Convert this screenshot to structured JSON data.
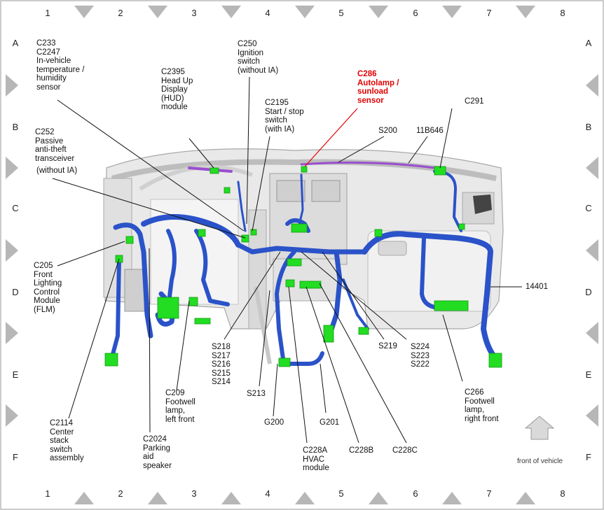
{
  "grid": {
    "columns": [
      "1",
      "2",
      "3",
      "4",
      "5",
      "6",
      "7",
      "8"
    ],
    "rows": [
      "A",
      "B",
      "C",
      "D",
      "E",
      "F"
    ]
  },
  "colors": {
    "harness": "#2a52c9",
    "harness_dark": "#0f2d8a",
    "connector": "#22dd22",
    "purple_harness": "#9a4fcf",
    "callout_highlight": "#e00000",
    "border_triangle": "#b7b7b7"
  },
  "labels": {
    "c233": "C233\nC2247\nIn-vehicle\ntemperature /\nhumidity\nsensor",
    "c2395": "C2395\nHead Up\nDisplay\n(HUD)\nmodule",
    "c250": "C250\nIgnition\nswitch\n(without IA)",
    "c286": "C286\nAutolamp /\nsunload\nsensor",
    "c2195": "C2195\nStart / stop\nswitch\n(with IA)",
    "c291": "C291",
    "s200": "S200",
    "b646": "11B646",
    "c252": "C252\nPassive\nanti-theft\ntransceiver",
    "c252_note": "(without IA)",
    "c205": "C205\nFront\nLighting\nControl\nModule\n(FLM)",
    "h14401": "14401",
    "s218": "S218\nS217\nS216\nS215\nS214",
    "c209": "C209\nFootwell\nlamp,\nleft front",
    "s213": "S213",
    "s219": "S219",
    "s224": "S224\nS223\nS222",
    "c266": "C266\nFootwell\nlamp,\nright front",
    "g200": "G200",
    "g201": "G201",
    "c2114": "C2114\nCenter\nstack\nswitch\nassembly",
    "c2024": "C2024\nParking\naid\nspeaker",
    "c228a": "C228A\nHVAC\nmodule",
    "c228b": "C228B",
    "c228c": "C228C"
  },
  "front_of_vehicle": "front of vehicle",
  "icons": {
    "front_arrow": "up-arrow-icon"
  }
}
